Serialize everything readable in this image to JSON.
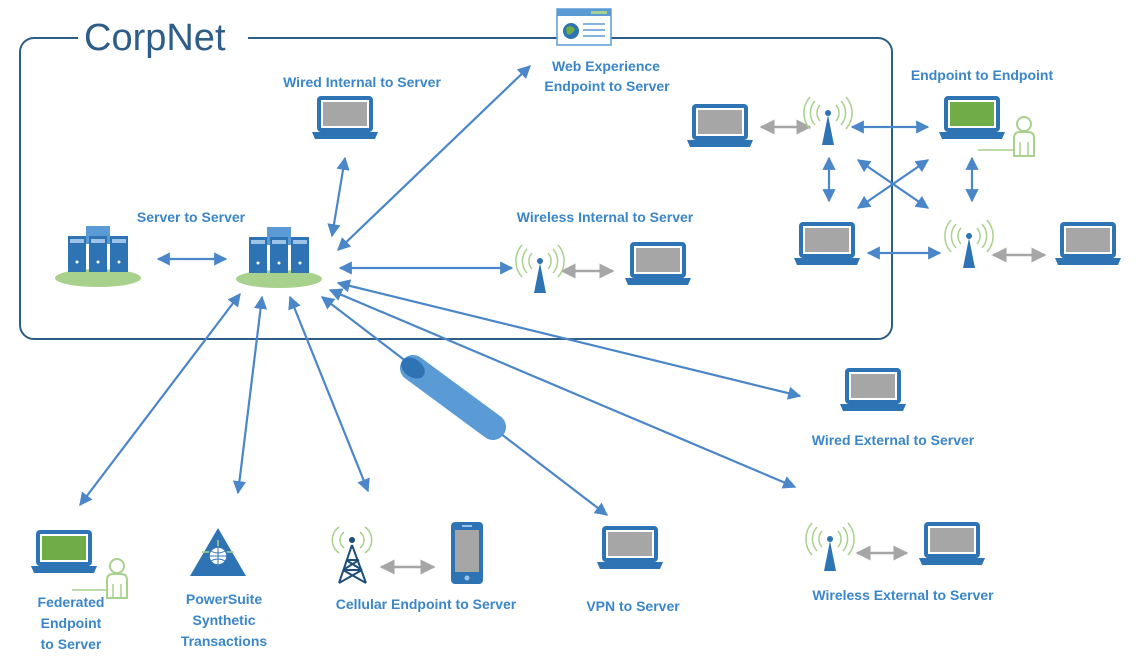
{
  "title": "CorpNet",
  "labels": {
    "wired_internal": "Wired Internal to Server",
    "web_experience": [
      "Web Experience",
      "Endpoint to Server"
    ],
    "endpoint_to_endpoint": "Endpoint to Endpoint",
    "server_to_server": "Server to Server",
    "wireless_internal": "Wireless Internal to Server",
    "wired_external": "Wired External to Server",
    "federated": [
      "Federated",
      "Endpoint",
      "to Server"
    ],
    "powersuite": [
      "PowerSuite",
      "Synthetic",
      "Transactions"
    ],
    "cellular": "Cellular Endpoint to Server",
    "vpn": "VPN to Server",
    "wireless_external": "Wireless External to Server"
  },
  "colors": {
    "arrow_blue": "#4a86c8",
    "arrow_gray": "#a6a6a6",
    "server_blue": "#5b9bd5",
    "server_base_green": "#a9d18e",
    "laptop_screen_gray": "#a6a6a6",
    "laptop_screen_green": "#70ad47",
    "frame_stroke": "#2e5e88",
    "label_blue": "#3a86c8"
  },
  "icons": [
    "server-cluster-icon",
    "laptop-icon",
    "wireless-access-point-icon",
    "cell-tower-icon",
    "smartphone-icon",
    "person-icon",
    "browser-window-icon",
    "powersuite-icon",
    "vpn-tunnel-icon"
  ]
}
